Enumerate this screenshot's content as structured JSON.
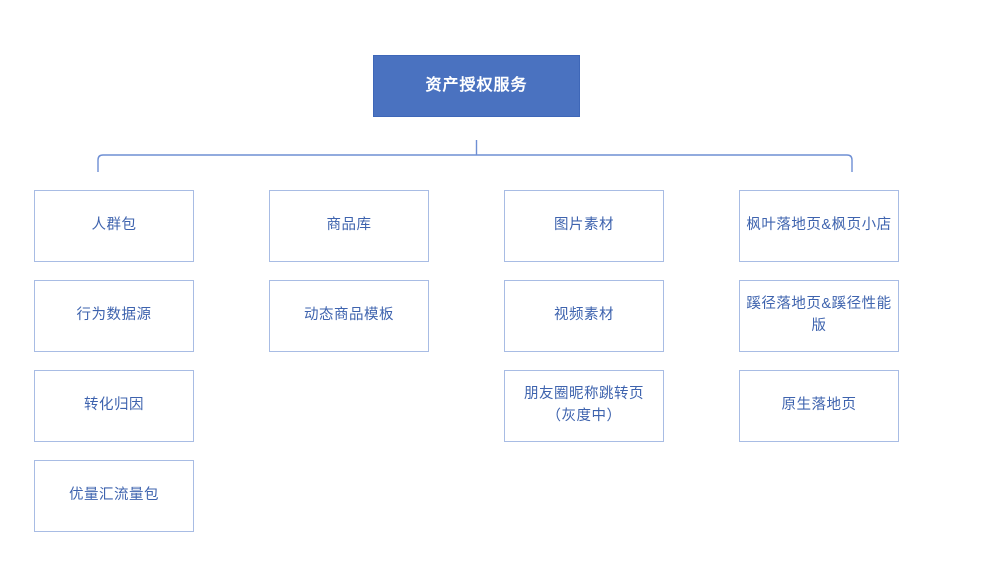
{
  "diagram": {
    "title": "资产授权服务",
    "type": "org-tree",
    "colors": {
      "root_fill": "#4A72C0",
      "root_text": "#FFFFFF",
      "leaf_fill": "#FFFFFF",
      "leaf_border": "#A8BCE4",
      "leaf_text": "#3E63AE",
      "connector": "#6E8FD4",
      "background": "#FFFFFF"
    },
    "root": {
      "label": "资产授权服务"
    },
    "columns": [
      {
        "name": "column-1",
        "items": [
          {
            "label": "人群包"
          },
          {
            "label": "行为数据源"
          },
          {
            "label": "转化归因"
          },
          {
            "label": "优量汇流量包"
          }
        ]
      },
      {
        "name": "column-2",
        "items": [
          {
            "label": "商品库"
          },
          {
            "label": "动态商品模板"
          }
        ]
      },
      {
        "name": "column-3",
        "items": [
          {
            "label": "图片素材"
          },
          {
            "label": "视频素材"
          },
          {
            "label": "朋友圈昵称跳转页（灰度中）"
          }
        ]
      },
      {
        "name": "column-4",
        "items": [
          {
            "label": "枫叶落地页&枫页小店"
          },
          {
            "label": "蹊径落地页&蹊径性能版"
          },
          {
            "label": "原生落地页"
          }
        ]
      }
    ]
  }
}
